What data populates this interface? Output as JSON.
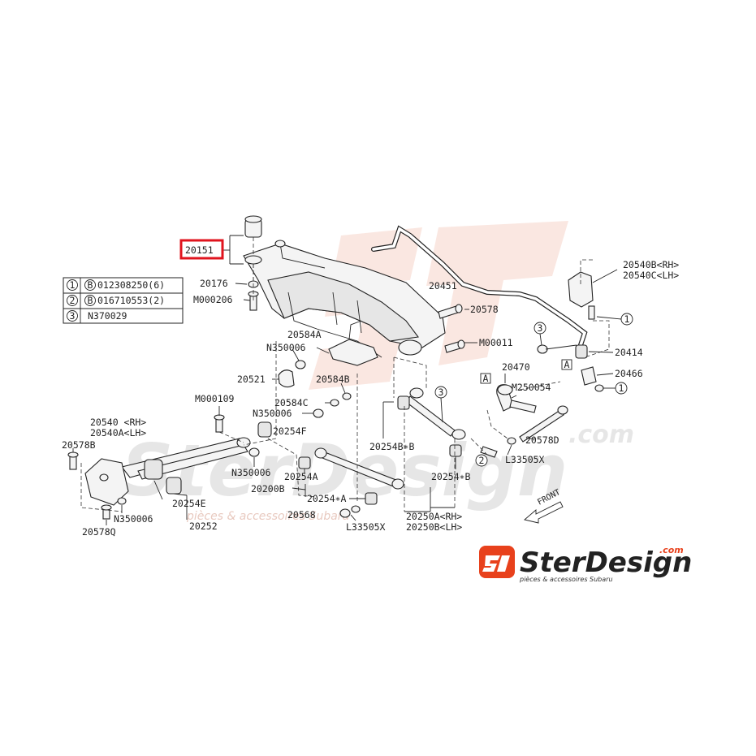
{
  "legend": {
    "rows": [
      {
        "num": "1",
        "code": "B",
        "part": "012308250(6)"
      },
      {
        "num": "2",
        "code": "B",
        "part": "016710553(2)"
      },
      {
        "num": "3",
        "code": "",
        "part": "N370029"
      }
    ]
  },
  "highlight": {
    "part": "20151",
    "color": "#e0141e"
  },
  "labels": {
    "p20151": "20151",
    "p20176": "20176",
    "pM000206": "M000206",
    "p20451": "20451",
    "p20578": "20578",
    "p20584A": "20584A",
    "pN350006a": "N350006",
    "p20521": "20521",
    "p20584B": "20584B",
    "p20584C": "20584C",
    "pN350006b": "N350006",
    "pM000109": "M000109",
    "p20254F": "20254F",
    "p20540rh": "20540 <RH>",
    "p20540Alh": "20540A<LH>",
    "p20578B": "20578B",
    "pN350006c": "N350006",
    "p20254A": "20254A",
    "p20200B": "20200B",
    "pN350006d": "N350006",
    "p20254E": "20254E",
    "p20252": "20252",
    "p20578Q": "20578Q",
    "p20254starA": "20254∗A",
    "p20568": "20568",
    "pL33505Xa": "L33505X",
    "p20254starB1": "20254B∗B",
    "p20254starB2": "20254∗B",
    "p20250A": "20250A<RH>",
    "p20250B": "20250B<LH>",
    "pM00011": "M00011",
    "p20470": "20470",
    "pM250054": "M250054",
    "p20578D": "20578D",
    "pL33505Xb": "L33505X",
    "p20540B": "20540B<RH>",
    "p20540C": "20540C<LH>",
    "p20414": "20414",
    "p20466": "20466",
    "refA1": "A",
    "refA2": "A",
    "c1a": "1",
    "c1b": "1",
    "c2": "2",
    "c3a": "3",
    "c3b": "3",
    "front": "FRONT"
  },
  "watermark": {
    "text": "SterDesign",
    "com": ".com",
    "tagline": "pièces & accessoires Subaru"
  },
  "logo": {
    "name": "SterDesign",
    "com": ".com",
    "tagline": "pièces & accessoires Subaru",
    "accent": "#e8411c"
  }
}
